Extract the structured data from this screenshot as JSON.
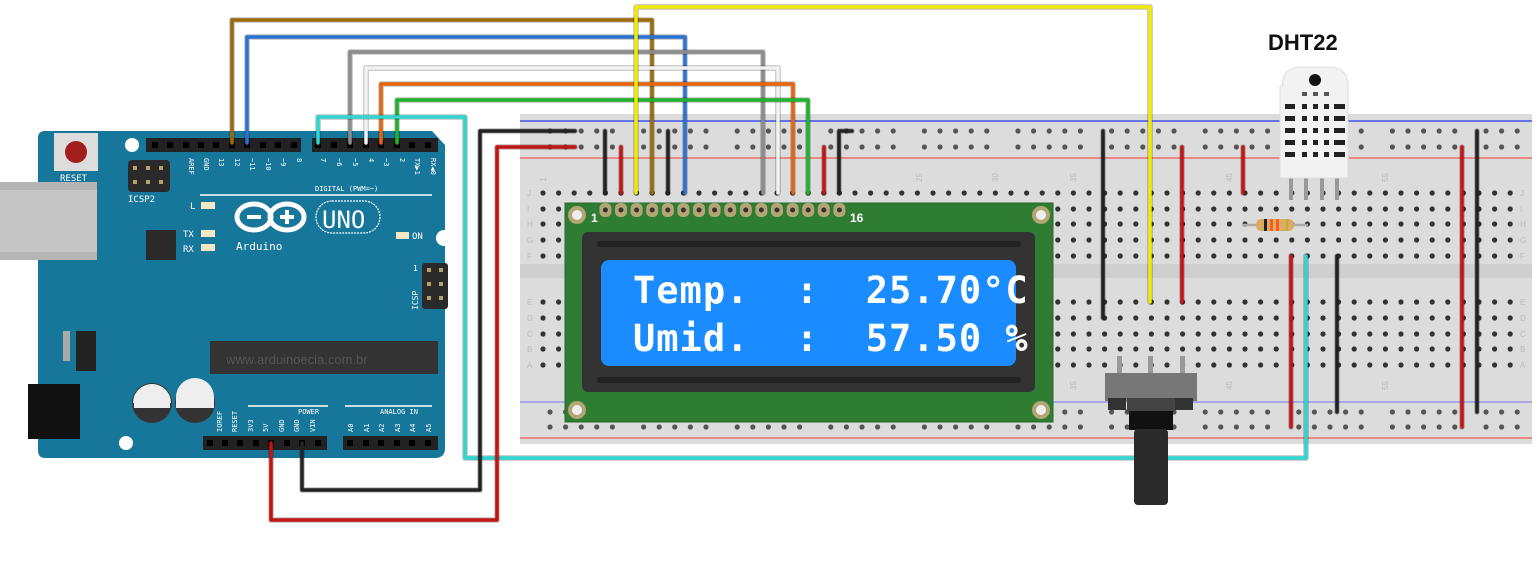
{
  "title": "DHT22",
  "arduino": {
    "reset": "RESET",
    "icsp2": "ICSP2",
    "icsp": "ICSP",
    "icsp_pin1": "1",
    "digital_pins": [
      "AREF",
      "GND",
      "13",
      "12",
      "~11",
      "~10",
      "~9",
      "8",
      "7",
      "~6",
      "~5",
      "4",
      "~3",
      "2",
      "TX▶1",
      "RX◀0"
    ],
    "digital_label": "DIGITAL (PWM=~)",
    "led_l": "L",
    "led_tx": "TX",
    "led_rx": "RX",
    "led_on": "ON",
    "model": "UNO",
    "brand": "Arduino",
    "watermark": "www.arduinoecia.com.br",
    "power_pins": [
      "IOREF",
      "RESET",
      "3V3",
      "5V",
      "GND",
      "GND",
      "VIN"
    ],
    "power_label": "POWER",
    "analog_pins": [
      "A0",
      "A1",
      "A2",
      "A3",
      "A4",
      "A5"
    ],
    "analog_label": "ANALOG IN"
  },
  "lcd": {
    "pin_first": "1",
    "pin_last": "16",
    "line1": "Temp.  :  25.70°C",
    "line2": "Umid.  :  57.50 %"
  },
  "breadboard": {
    "column_labels": [
      "1",
      "25",
      "30",
      "35",
      "45",
      "55"
    ],
    "row_labels_top": [
      "J",
      "I",
      "H",
      "G",
      "F"
    ],
    "row_labels_bottom": [
      "E",
      "D",
      "C",
      "B",
      "A"
    ]
  },
  "colors": {
    "arduino": "#17779a",
    "lcd_pcb": "#2e7d32",
    "lcd_screen": "#1a8cff",
    "breadboard": "#dcdcdc"
  }
}
